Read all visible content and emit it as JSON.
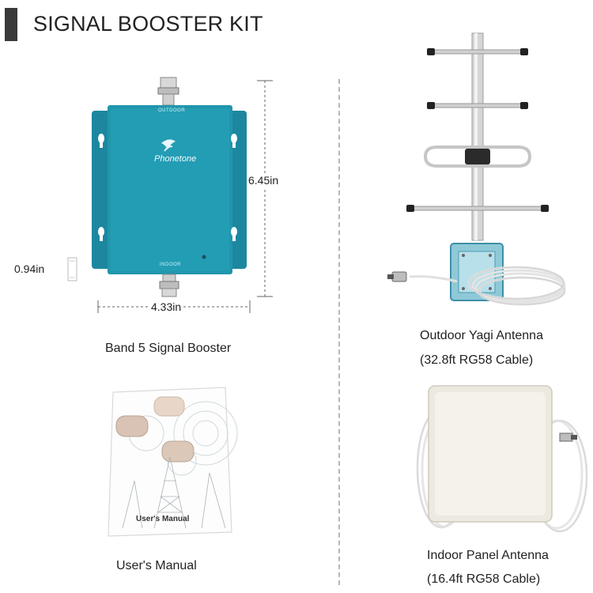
{
  "header": {
    "title": "SIGNAL BOOSTER KIT"
  },
  "booster": {
    "brand": "Phonetone",
    "port_top": "OUTDOOR",
    "port_bottom": "INDOOR",
    "caption": "Band 5 Signal Booster",
    "dim_height": "6.45in",
    "dim_width": "4.33in",
    "dim_depth": "0.94in",
    "color": "#1f93ab"
  },
  "manual": {
    "cover_text": "User's Manual",
    "caption": "User's Manual"
  },
  "yagi": {
    "caption_line1": "Outdoor Yagi Antenna",
    "caption_line2": "(32.8ft RG58 Cable)"
  },
  "panel": {
    "caption_line1": "Indoor Panel Antenna",
    "caption_line2": "(16.4ft RG58 Cable)"
  }
}
